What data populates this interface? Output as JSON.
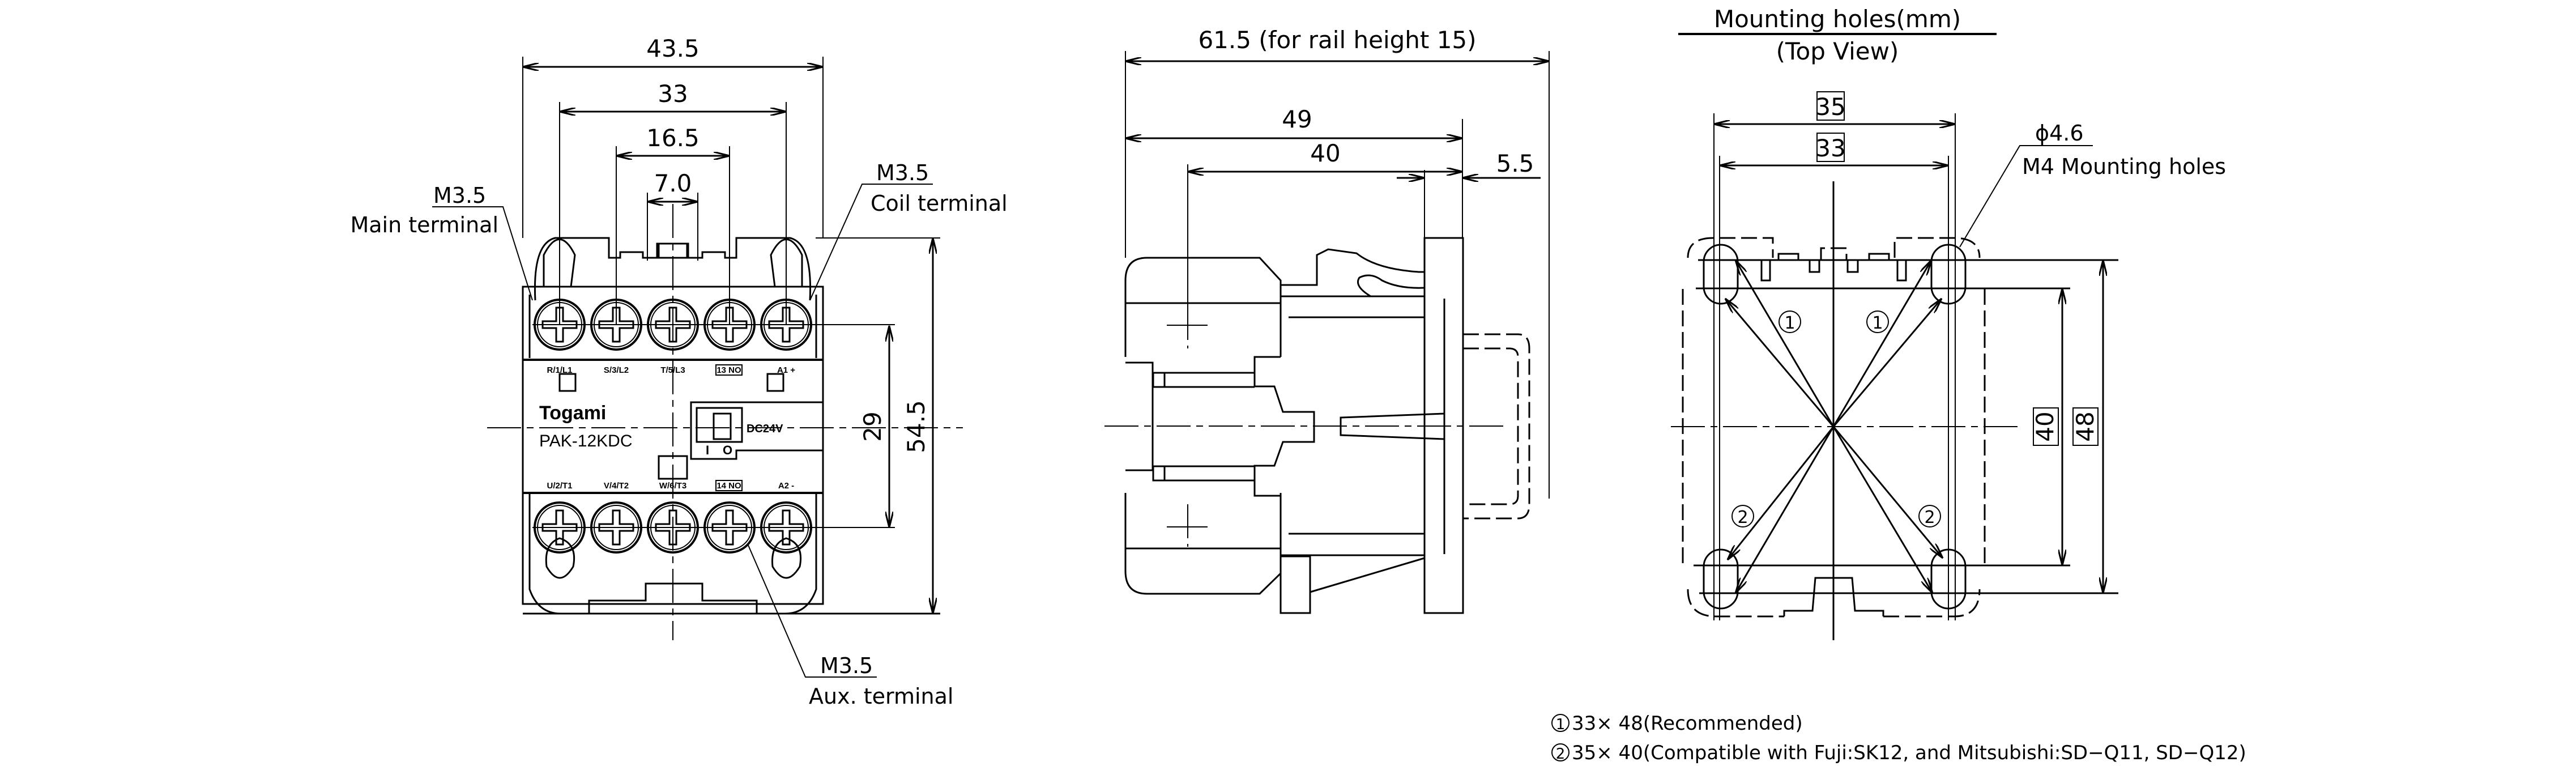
{
  "front_view": {
    "dims": {
      "overall_width": "43.5",
      "screw_pitch_outer": "33",
      "screw_pitch_inner": "16.5",
      "center_width": "7.0",
      "screw_row_spacing": "29",
      "overall_height": "54.5"
    },
    "callouts": {
      "main_terminal_size": "M3.5",
      "main_terminal_label": "Main terminal",
      "coil_terminal_size": "M3.5",
      "coil_terminal_label": "Coil terminal",
      "aux_terminal_size": "M3.5",
      "aux_terminal_label": "Aux. terminal"
    },
    "terminals_top": [
      "R/1/L1",
      "S/3/L2",
      "T/5/L3",
      "13 NO",
      "A1 +"
    ],
    "terminals_bottom": [
      "U/2/T1",
      "V/4/T2",
      "W/6/T3",
      "14 NO",
      "A2 -"
    ],
    "brand": "Togami",
    "model": "PAK-12KDC",
    "coil_voltage": "DC24V",
    "switch_on": "I",
    "switch_off": "O"
  },
  "side_view": {
    "dims": {
      "overall_depth": "61.5 (for rail height 15)",
      "body_depth": "49",
      "screw_depth": "40",
      "base_thickness": "5.5"
    }
  },
  "mounting_view": {
    "title": "Mounting holes(mm)",
    "subtitle": "(Top View)",
    "dims": {
      "width_a": "35",
      "width_b": "33",
      "height_a": "40",
      "height_b": "48"
    },
    "hole_diameter": "ϕ4.6",
    "hole_label": "M4 Mounting holes",
    "markers": [
      "1",
      "1",
      "2",
      "2"
    ]
  },
  "notes": [
    {
      "marker": "1",
      "text": "33× 48(Recommended)"
    },
    {
      "marker": "2",
      "text": "35× 40(Compatible with Fuji:SK12, and Mitsubishi:SD−Q11, SD−Q12)"
    }
  ],
  "colors": {
    "line": "#000000",
    "background": "#ffffff"
  }
}
